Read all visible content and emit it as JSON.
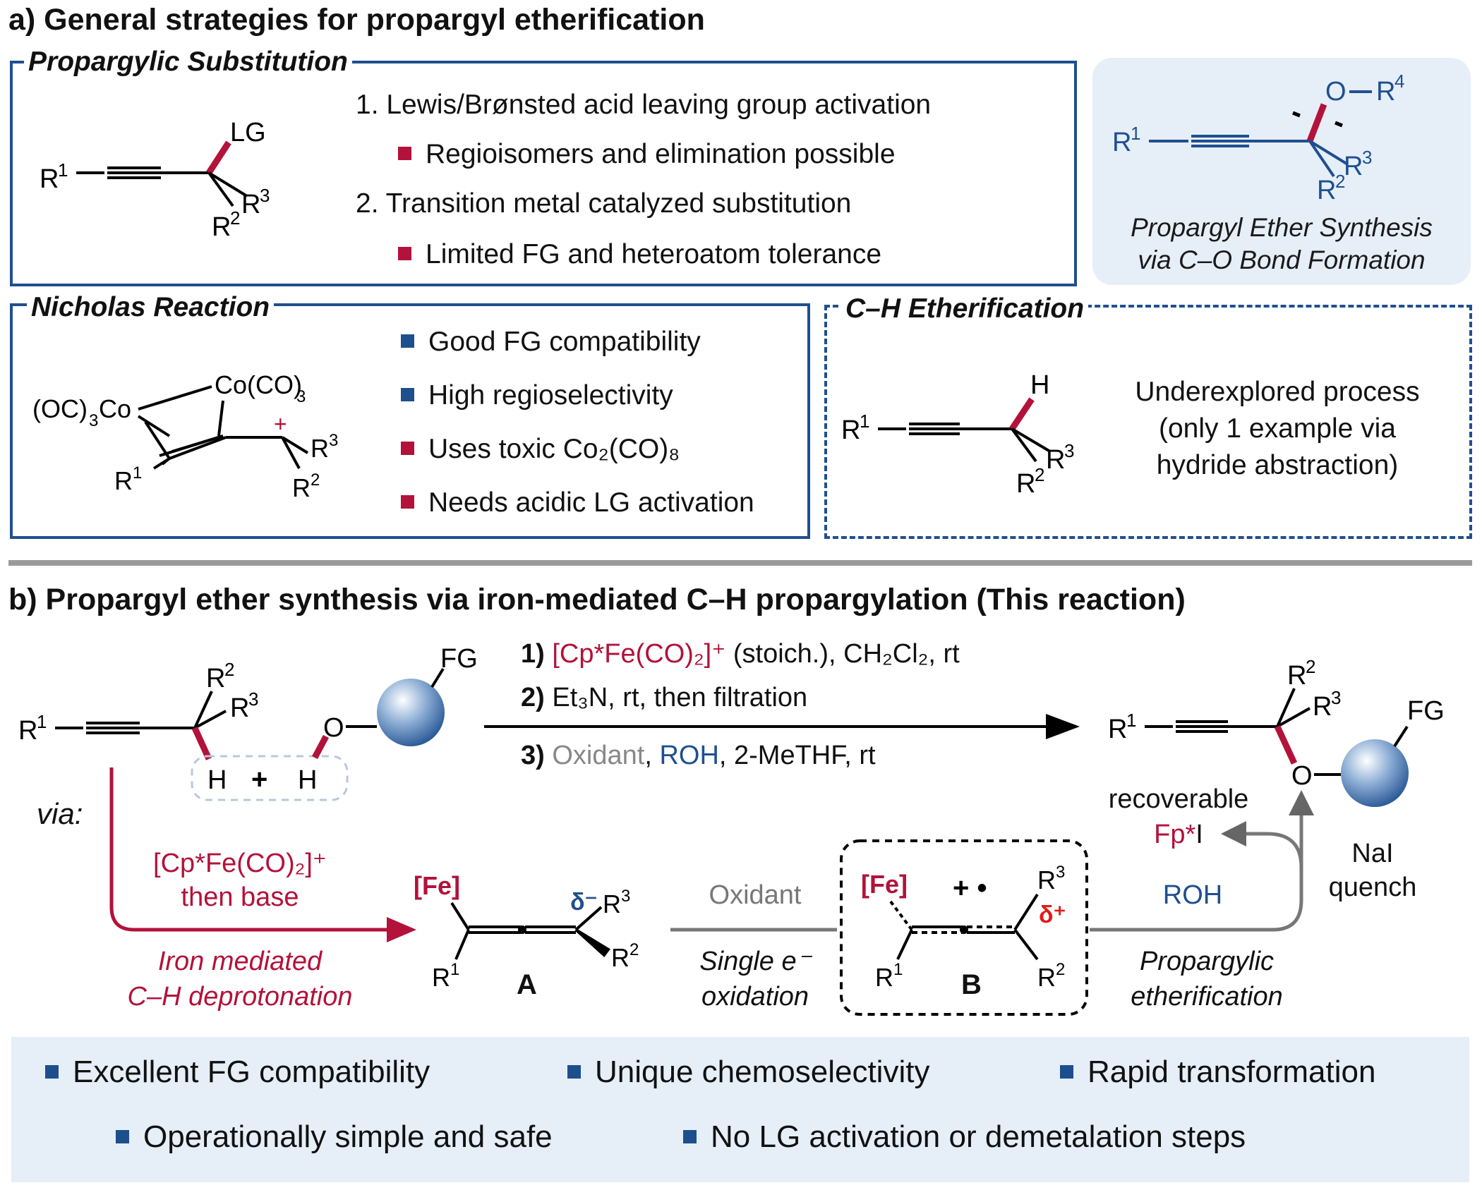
{
  "section_a": {
    "title": "a) General strategies for propargyl etherification",
    "substitution": {
      "title": "Propargylic Substitution",
      "items": [
        "1. Lewis/Brønsted acid leaving group activation",
        "Regioisomers and elimination possible",
        "2. Transition metal catalyzed substitution",
        "Limited FG and heteroatom tolerance"
      ]
    },
    "target": {
      "line1": "Propargyl Ether Synthesis",
      "line2": "via C–O Bond Formation"
    },
    "nicholas": {
      "title": "Nicholas Reaction",
      "items": [
        "Good FG compatibility",
        "High regioselectivity",
        "Uses toxic Co₂(CO)₈",
        "Needs acidic LG activation"
      ]
    },
    "ch": {
      "title": "C–H Etherification",
      "lines": [
        "Underexplored process",
        "(only 1 example via",
        "hydride abstraction)"
      ]
    }
  },
  "section_b": {
    "title": "b) Propargyl ether synthesis via iron-mediated C–H propargylation (This reaction)",
    "conditions": {
      "c1_num": "1)",
      "c1_reagent": "[Cp*Fe(CO)₂]⁺",
      "c1_rest": "(stoich.), CH₂Cl₂, rt",
      "c2_num": "2)",
      "c2_text": "Et₃N, rt, then filtration",
      "c3_num": "3)",
      "c3_oxidant": "Oxidant",
      "c3_roh": "ROH",
      "c3_rest": ", 2-MeTHF, rt"
    },
    "via": "via:",
    "step1": {
      "reagent_l1": "[Cp*Fe(CO)₂]⁺",
      "reagent_l2": "then base",
      "note_l1": "Iron mediated",
      "note_l2": "C–H deprotonation"
    },
    "step2": {
      "reagent": "Oxidant",
      "note_l1": "Single e⁻",
      "note_l2": "oxidation"
    },
    "step3": {
      "reagent": "ROH",
      "note_l1": "Propargylic",
      "note_l2": "etherification"
    },
    "quench": {
      "l1": "NaI",
      "l2": "quench"
    },
    "recover": {
      "l1": "recoverable",
      "l2_red": "Fp*",
      "l2_black": "I"
    },
    "labels": {
      "A": "A",
      "B": "B"
    }
  },
  "features": [
    "Excellent FG compatibility",
    "Unique chemoselectivity",
    "Rapid transformation",
    "Operationally simple and safe",
    "No LG activation or demetalation steps"
  ],
  "colors": {
    "blue": "#1f4f8f",
    "red": "#b3123a",
    "gray": "#777777",
    "panel": "#e6eef8"
  }
}
